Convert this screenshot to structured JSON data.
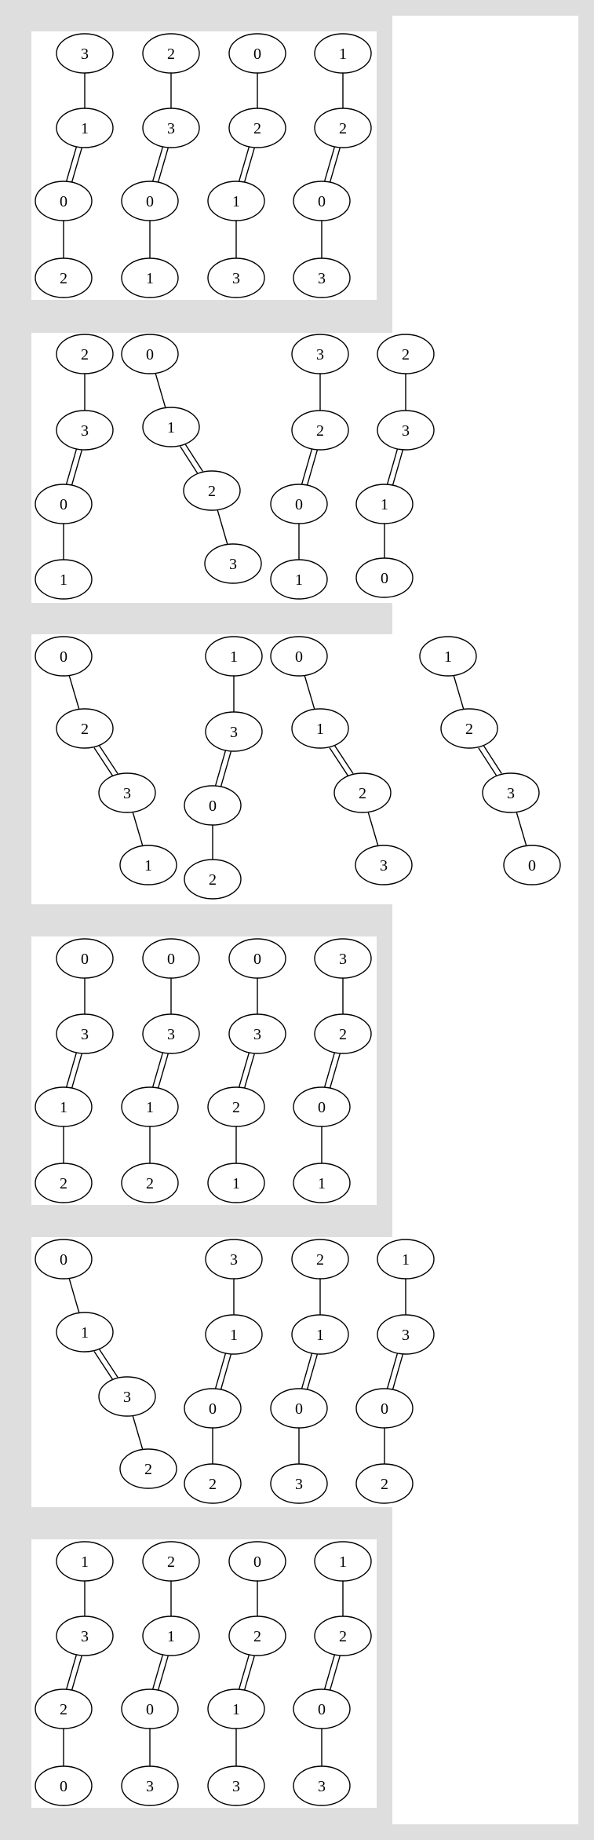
{
  "colors": {
    "background": "#ffffff",
    "cluster_band": "#dedede",
    "cluster_panel": "#ffffff",
    "node_stroke": "#000000",
    "edge_stroke": "#000000",
    "text": "#000000"
  },
  "edge_styles": {
    "single": "single-line",
    "double": "double-line"
  },
  "clusters": [
    {
      "id": "cluster-1",
      "chains": [
        {
          "nodes": [
            "3",
            "1",
            "0",
            "2"
          ],
          "edges": [
            "single",
            "double",
            "single"
          ]
        },
        {
          "nodes": [
            "2",
            "3",
            "0",
            "1"
          ],
          "edges": [
            "single",
            "double",
            "single"
          ]
        },
        {
          "nodes": [
            "0",
            "2",
            "1",
            "3"
          ],
          "edges": [
            "single",
            "double",
            "single"
          ]
        },
        {
          "nodes": [
            "1",
            "2",
            "0",
            "3"
          ],
          "edges": [
            "single",
            "double",
            "single"
          ]
        }
      ]
    },
    {
      "id": "cluster-2",
      "chains": [
        {
          "nodes": [
            "2",
            "3",
            "0",
            "1"
          ],
          "edges": [
            "single",
            "double",
            "single"
          ]
        },
        {
          "nodes": [
            "0",
            "1",
            "2",
            "3"
          ],
          "edges": [
            "single",
            "double",
            "single"
          ]
        },
        {
          "nodes": [
            "3",
            "2",
            "0",
            "1"
          ],
          "edges": [
            "single",
            "double",
            "single"
          ]
        },
        {
          "nodes": [
            "2",
            "3",
            "1",
            "0"
          ],
          "edges": [
            "single",
            "double",
            "single"
          ]
        }
      ]
    },
    {
      "id": "cluster-3",
      "chains": [
        {
          "nodes": [
            "0",
            "2",
            "3",
            "1"
          ],
          "edges": [
            "single",
            "double",
            "single"
          ]
        },
        {
          "nodes": [
            "1",
            "3",
            "0",
            "2"
          ],
          "edges": [
            "single",
            "double",
            "single"
          ]
        },
        {
          "nodes": [
            "0",
            "1",
            "2",
            "3"
          ],
          "edges": [
            "single",
            "double",
            "single"
          ]
        },
        {
          "nodes": [
            "1",
            "2",
            "3",
            "0"
          ],
          "edges": [
            "single",
            "double",
            "single"
          ]
        }
      ]
    },
    {
      "id": "cluster-4",
      "chains": [
        {
          "nodes": [
            "0",
            "3",
            "1",
            "2"
          ],
          "edges": [
            "single",
            "double",
            "single"
          ]
        },
        {
          "nodes": [
            "0",
            "3",
            "1",
            "2"
          ],
          "edges": [
            "single",
            "double",
            "single"
          ]
        },
        {
          "nodes": [
            "0",
            "3",
            "2",
            "1"
          ],
          "edges": [
            "single",
            "double",
            "single"
          ]
        },
        {
          "nodes": [
            "3",
            "2",
            "0",
            "1"
          ],
          "edges": [
            "single",
            "double",
            "single"
          ]
        }
      ]
    },
    {
      "id": "cluster-5",
      "chains": [
        {
          "nodes": [
            "0",
            "1",
            "3",
            "2"
          ],
          "edges": [
            "single",
            "double",
            "single"
          ]
        },
        {
          "nodes": [
            "3",
            "1",
            "0",
            "2"
          ],
          "edges": [
            "single",
            "double",
            "single"
          ]
        },
        {
          "nodes": [
            "2",
            "1",
            "0",
            "3"
          ],
          "edges": [
            "single",
            "double",
            "single"
          ]
        },
        {
          "nodes": [
            "1",
            "3",
            "0",
            "2"
          ],
          "edges": [
            "single",
            "double",
            "single"
          ]
        }
      ]
    },
    {
      "id": "cluster-6",
      "chains": [
        {
          "nodes": [
            "1",
            "3",
            "2",
            "0"
          ],
          "edges": [
            "single",
            "double",
            "single"
          ]
        },
        {
          "nodes": [
            "2",
            "1",
            "0",
            "3"
          ],
          "edges": [
            "single",
            "double",
            "single"
          ]
        },
        {
          "nodes": [
            "0",
            "2",
            "1",
            "3"
          ],
          "edges": [
            "single",
            "double",
            "single"
          ]
        },
        {
          "nodes": [
            "1",
            "2",
            "0",
            "3"
          ],
          "edges": [
            "single",
            "double",
            "single"
          ]
        }
      ]
    }
  ]
}
